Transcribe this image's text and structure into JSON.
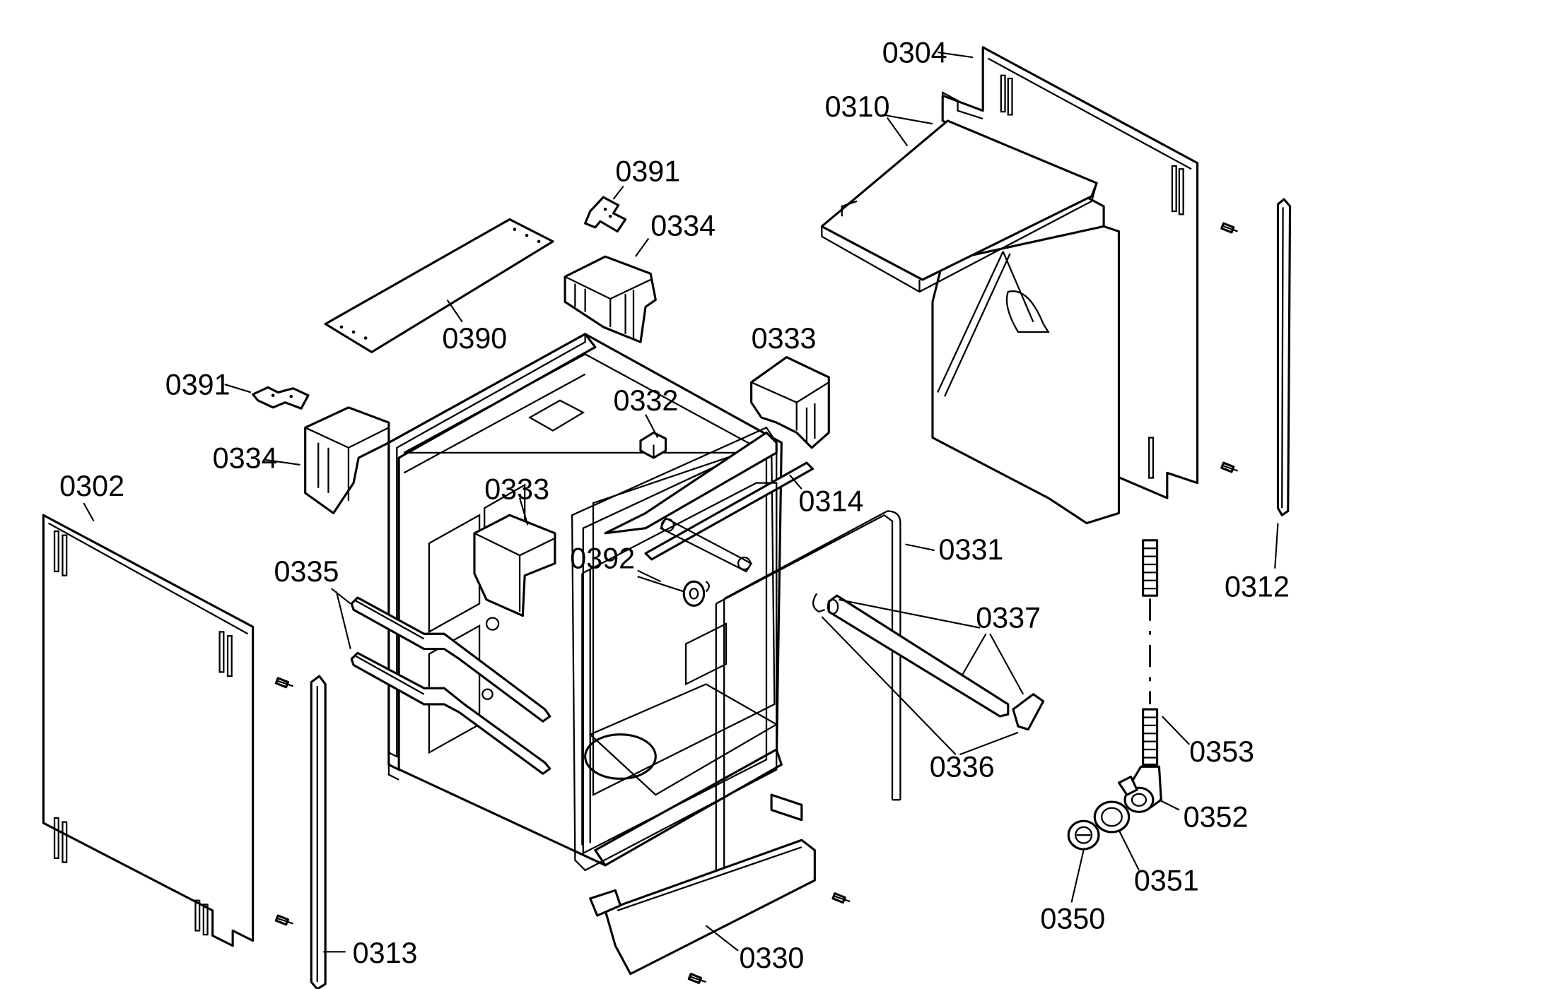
{
  "diagram": {
    "labels": {
      "p0304": "0304",
      "p0310": "0310",
      "p0391a": "0391",
      "p0334a": "0334",
      "p0390": "0390",
      "p0333a": "0333",
      "p0391b": "0391",
      "p0332": "0332",
      "p0334b": "0334",
      "p0302": "0302",
      "p0333b": "0333",
      "p0314": "0314",
      "p0392": "0392",
      "p0331": "0331",
      "p0335": "0335",
      "p0337": "0337",
      "p0312": "0312",
      "p0336": "0336",
      "p0353": "0353",
      "p0352": "0352",
      "p0351": "0351",
      "p0350": "0350",
      "p0313": "0313",
      "p0330": "0330"
    }
  }
}
